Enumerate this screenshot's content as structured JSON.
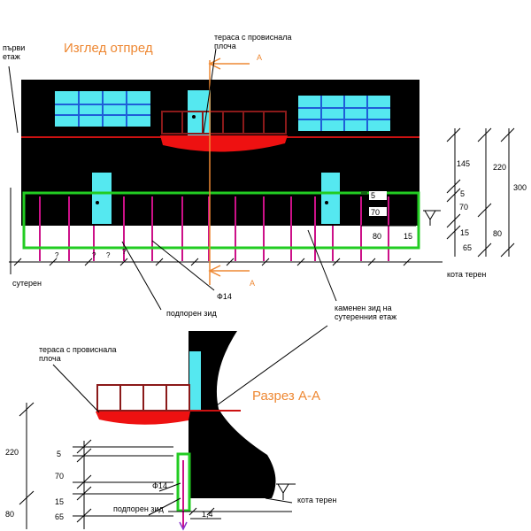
{
  "colors": {
    "wall": "#000000",
    "glass": "#55e8f0",
    "mullion": "#1f5ed8",
    "rail": "#8b1a1a",
    "slab": "#ee1111",
    "green": "#22cc22",
    "rebar": "#cc1188",
    "orange": "#ee8833"
  },
  "front_view": {
    "title": "Изглед отпред",
    "label_first_floor_1": "първи",
    "label_first_floor_2": "етаж",
    "label_basement": "сутерен",
    "label_terrace_1": "тераса с провиснала",
    "label_terrace_2": "плоча",
    "section_mark_top": "А",
    "section_mark_bottom": "А",
    "label_rebar": "Ф14",
    "label_retaining_wall": "подпорен зид",
    "label_stone_wall_1": "каменен зид на",
    "label_stone_wall_2": "сутеренния етаж",
    "label_ground": "кота терен",
    "question_marks": [
      "?",
      "?",
      "?",
      "?"
    ],
    "dims_inner": [
      "5",
      "70",
      "80",
      "15"
    ],
    "dims_right_col1": [
      "145",
      "5",
      "70",
      "15",
      "65"
    ],
    "dims_right_col2": [
      "220",
      "80"
    ],
    "dims_right_col3": [
      "300"
    ]
  },
  "section_view": {
    "title": "Разрез А-А",
    "label_terrace_1": "тераса с провиснала",
    "label_terrace_2": "плоча",
    "label_rebar": "Ф14",
    "label_retaining_wall": "подпорен зид",
    "label_ground": "кота терен",
    "label_spacing": "1,4",
    "dims_left_col1": [
      "220",
      "80"
    ],
    "dims_left_col2": [
      "5",
      "70",
      "15",
      "65"
    ]
  }
}
